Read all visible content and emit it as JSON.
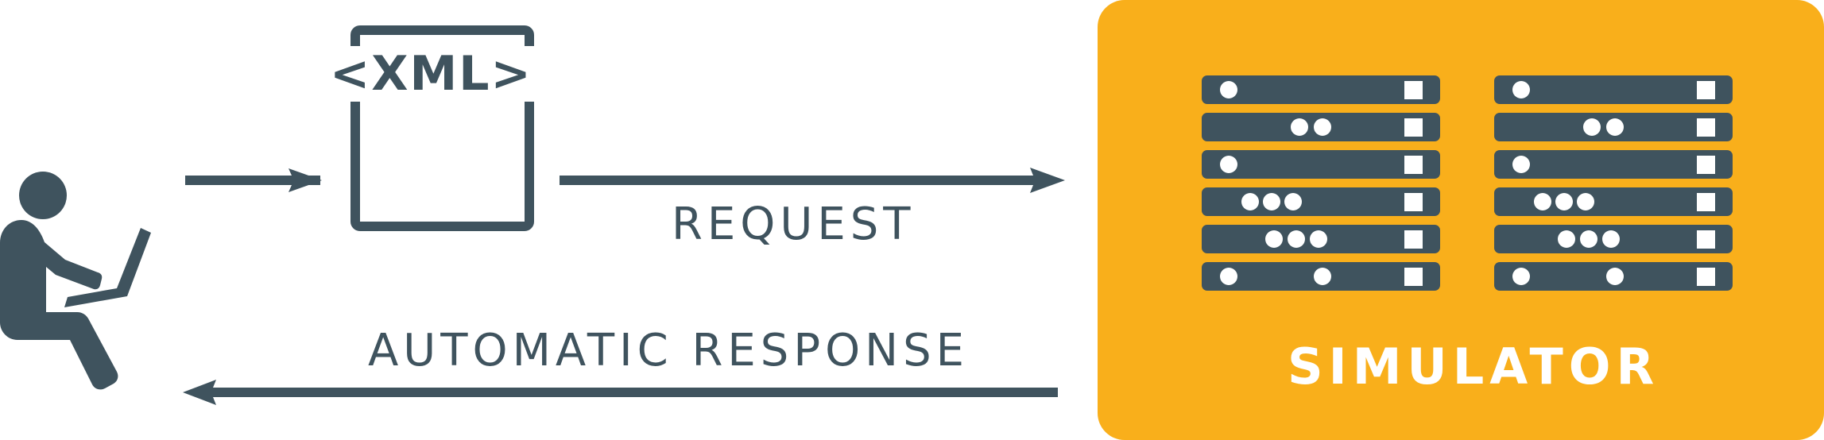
{
  "colors": {
    "dark": "#3f535e",
    "accent": "#f9af1b",
    "white": "#ffffff"
  },
  "icons": {
    "user": "person-with-laptop-icon",
    "document": "xml-document-icon",
    "server": "server-rack-icon"
  },
  "document": {
    "tag": "<XML>"
  },
  "request": {
    "label": "REQUEST"
  },
  "response": {
    "label": "AUTOMATIC RESPONSE"
  },
  "simulator": {
    "label": "SIMULATOR",
    "racks": [
      {
        "units": [
          {
            "dots": "left-1"
          },
          {
            "dots": "mid-2"
          },
          {
            "dots": "left-1"
          },
          {
            "dots": "left-3"
          },
          {
            "dots": "mid-3"
          },
          {
            "dots": "left-1-mid-1"
          }
        ]
      },
      {
        "units": [
          {
            "dots": "left-1"
          },
          {
            "dots": "mid-2"
          },
          {
            "dots": "left-1"
          },
          {
            "dots": "left-3"
          },
          {
            "dots": "mid-3"
          },
          {
            "dots": "left-1-mid-1"
          }
        ]
      }
    ]
  }
}
